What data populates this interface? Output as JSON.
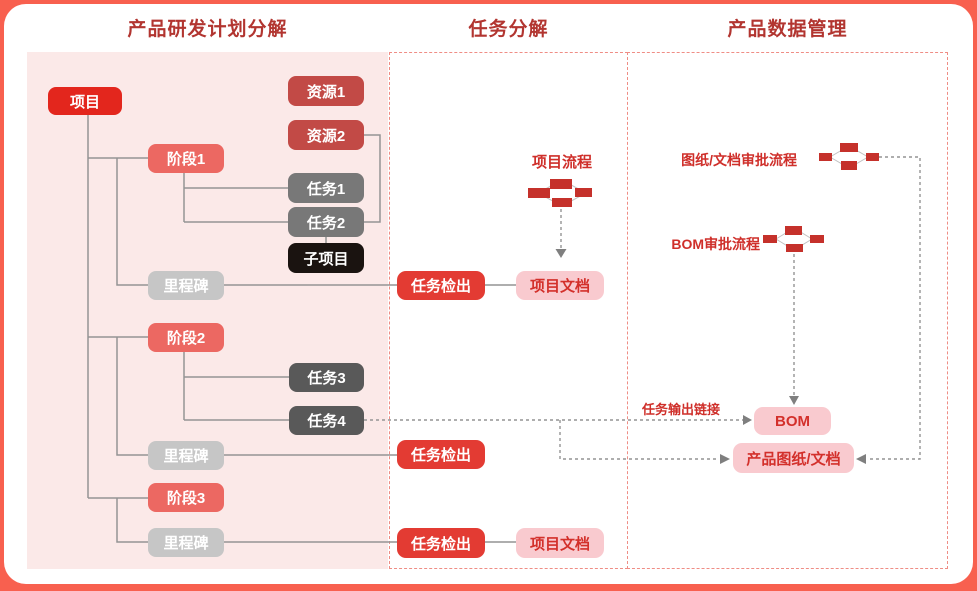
{
  "header": {
    "plan_title": "产品研发计划分解",
    "task_title": "任务分解",
    "pdm_title": "产品数据管理"
  },
  "plan_tree": {
    "project": "项目",
    "resource1": "资源1",
    "resource2": "资源2",
    "stage1": "阶段1",
    "task1": "任务1",
    "task2": "任务2",
    "subproject": "子项目",
    "milestone1": "里程碑",
    "stage2": "阶段2",
    "task3": "任务3",
    "task4": "任务4",
    "milestone2": "里程碑",
    "stage3": "阶段3",
    "milestone3": "里程碑"
  },
  "task_section": {
    "project_flow_label": "项目流程",
    "checkout1": "任务检出",
    "doc1": "项目文档",
    "checkout2": "任务检出",
    "checkout3": "任务检出",
    "doc3": "项目文档"
  },
  "pdm_section": {
    "drawing_approval_label": "图纸/文档审批流程",
    "bom_approval_label": "BOM审批流程",
    "task_output_label": "任务输出链接",
    "bom_box": "BOM",
    "product_docs_box": "产品图纸/文档"
  },
  "colors": {
    "frame_background": "#F8604F",
    "card_background": "#FFFFFF",
    "plan_panel_background": "#FBE9E8",
    "section_title_text": "#B23530",
    "dashed_zone_border": "#EF8D85",
    "project_node": "#E3261D",
    "resource_node": "#C24A46",
    "stage_node": "#EC6862",
    "task_node_light": "#787878",
    "task_node_dark": "#595959",
    "subproject_node": "#1A1310",
    "milestone_node": "#C6C6C6",
    "checkout_node": "#E33B33",
    "pink_doc_background": "#F9CACF",
    "pink_doc_text": "#D3302B",
    "red_label_text": "#CF2F2A",
    "connector_gray": "#949494",
    "flow_icon_red": "#C5312B"
  }
}
